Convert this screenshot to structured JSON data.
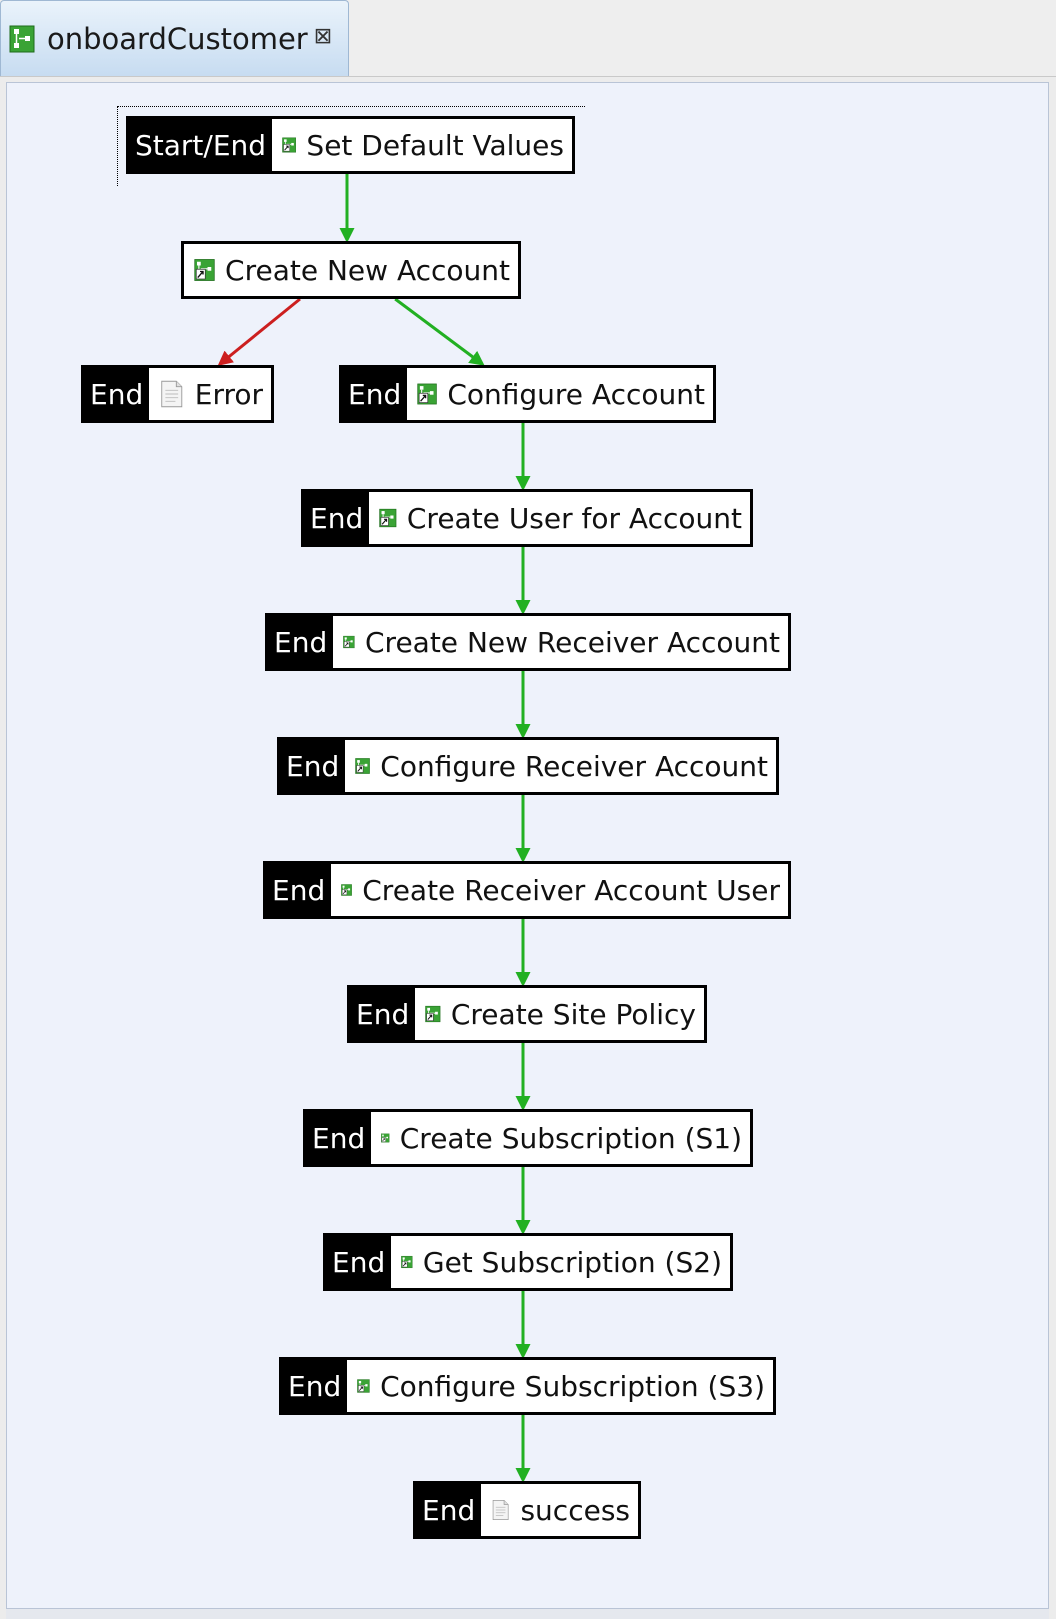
{
  "tab": {
    "title": "onboardCustomer",
    "close_icon": "close-icon",
    "process_icon": "process-diagram-icon"
  },
  "colors": {
    "success_edge": "#22b022",
    "error_edge": "#cc1f1f",
    "tag_bg": "#000000",
    "canvas_bg": "#eef2fb",
    "icon_green": "#3aa335"
  },
  "nodes": [
    {
      "id": "set_default_values",
      "tag": "Start/End",
      "label": "Set Default Values",
      "icon": "service-call-icon"
    },
    {
      "id": "create_new_account",
      "tag": "",
      "label": "Create New Account",
      "icon": "service-call-icon"
    },
    {
      "id": "error",
      "tag": "End",
      "label": "Error",
      "icon": "document-icon"
    },
    {
      "id": "configure_account",
      "tag": "End",
      "label": "Configure Account",
      "icon": "service-call-icon"
    },
    {
      "id": "create_user_for_account",
      "tag": "End",
      "label": "Create User for Account",
      "icon": "service-call-icon"
    },
    {
      "id": "create_new_receiver_account",
      "tag": "End",
      "label": "Create New Receiver Account",
      "icon": "service-call-icon"
    },
    {
      "id": "configure_receiver_account",
      "tag": "End",
      "label": "Configure Receiver Account",
      "icon": "service-call-icon"
    },
    {
      "id": "create_receiver_account_user",
      "tag": "End",
      "label": "Create Receiver Account User",
      "icon": "service-call-icon"
    },
    {
      "id": "create_site_policy",
      "tag": "End",
      "label": "Create Site Policy",
      "icon": "service-call-icon"
    },
    {
      "id": "create_subscription_s1",
      "tag": "End",
      "label": "Create Subscription (S1)",
      "icon": "service-call-icon"
    },
    {
      "id": "get_subscription_s2",
      "tag": "End",
      "label": "Get Subscription (S2)",
      "icon": "service-call-icon"
    },
    {
      "id": "configure_subscription_s3",
      "tag": "End",
      "label": "Configure Subscription (S3)",
      "icon": "service-call-icon"
    },
    {
      "id": "success",
      "tag": "End",
      "label": "success",
      "icon": "document-icon"
    }
  ],
  "edges": [
    {
      "from": "set_default_values",
      "to": "create_new_account",
      "kind": "success"
    },
    {
      "from": "create_new_account",
      "to": "error",
      "kind": "error"
    },
    {
      "from": "create_new_account",
      "to": "configure_account",
      "kind": "success"
    },
    {
      "from": "configure_account",
      "to": "create_user_for_account",
      "kind": "success"
    },
    {
      "from": "create_user_for_account",
      "to": "create_new_receiver_account",
      "kind": "success"
    },
    {
      "from": "create_new_receiver_account",
      "to": "configure_receiver_account",
      "kind": "success"
    },
    {
      "from": "configure_receiver_account",
      "to": "create_receiver_account_user",
      "kind": "success"
    },
    {
      "from": "create_receiver_account_user",
      "to": "create_site_policy",
      "kind": "success"
    },
    {
      "from": "create_site_policy",
      "to": "create_subscription_s1",
      "kind": "success"
    },
    {
      "from": "create_subscription_s1",
      "to": "get_subscription_s2",
      "kind": "success"
    },
    {
      "from": "get_subscription_s2",
      "to": "configure_subscription_s3",
      "kind": "success"
    },
    {
      "from": "configure_subscription_s3",
      "to": "success",
      "kind": "success"
    }
  ]
}
